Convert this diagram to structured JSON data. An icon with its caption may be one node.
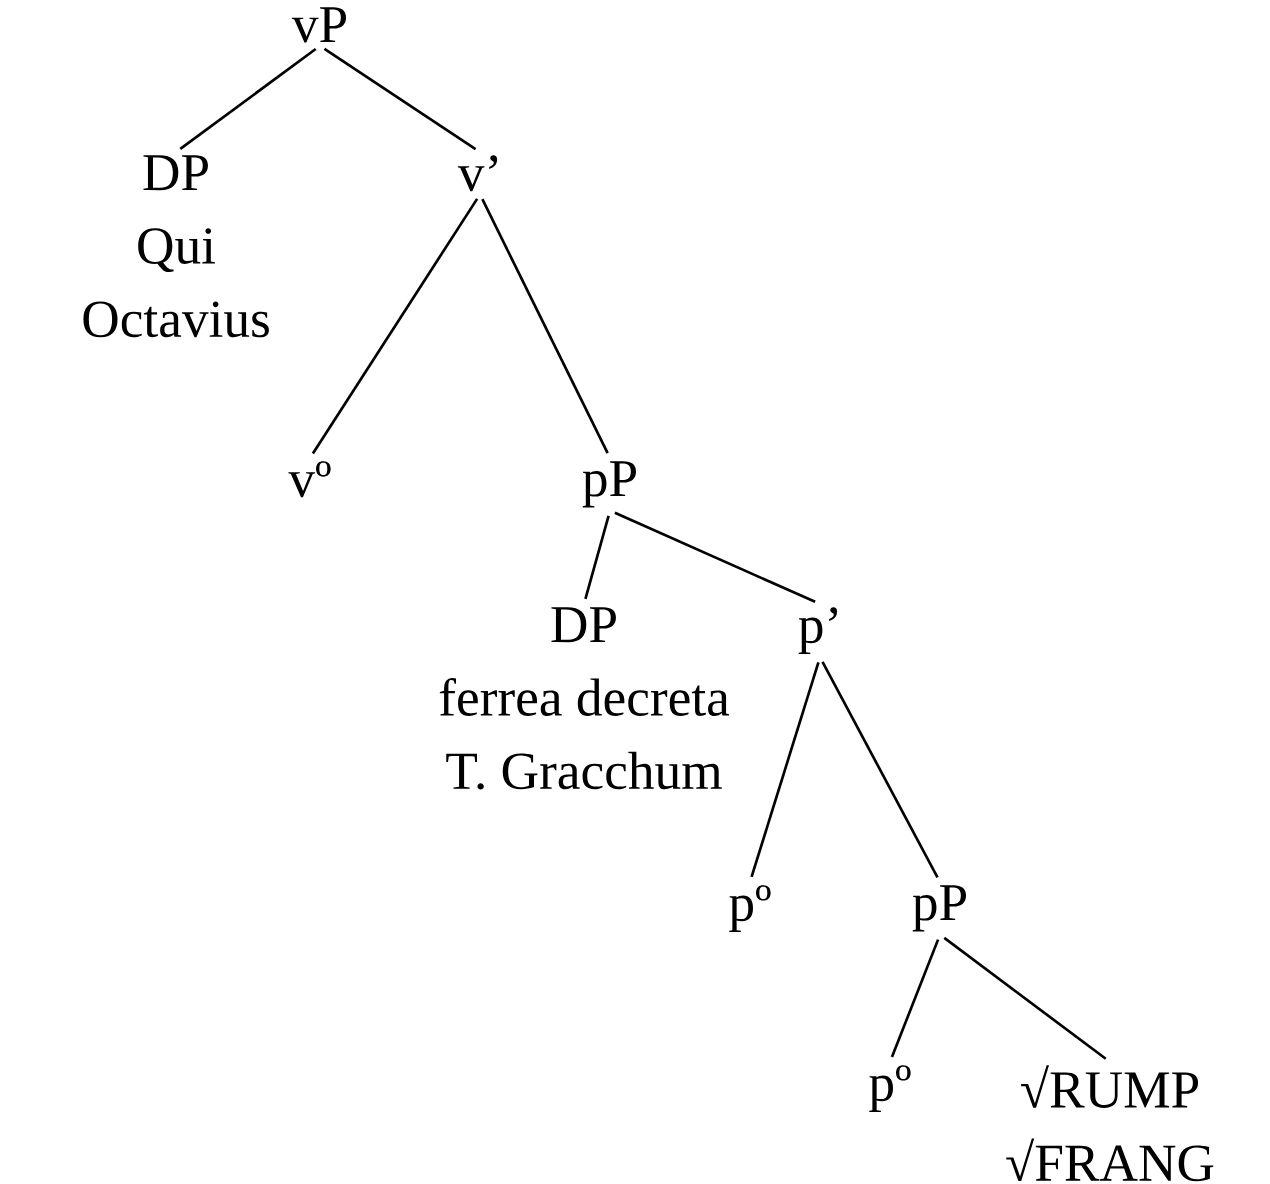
{
  "diagram": {
    "nodes": [
      {
        "text": [
          "vP"
        ]
      },
      {
        "text": [
          "DP",
          "Qui",
          "Octavius"
        ]
      },
      {
        "text": [
          "v’"
        ]
      },
      {
        "text": [
          "vº"
        ]
      },
      {
        "text": [
          "pP"
        ]
      },
      {
        "text": [
          "DP",
          "ferrea decreta",
          "T. Gracchum"
        ]
      },
      {
        "text": [
          "p’"
        ]
      },
      {
        "text": [
          "pº"
        ]
      },
      {
        "text": [
          "pP"
        ]
      },
      {
        "text": [
          "pº"
        ]
      },
      {
        "text": [
          "√RUMP",
          "√FRANG"
        ]
      }
    ],
    "edges": [
      {
        "from": 0,
        "to": 1,
        "arrow": "none"
      },
      {
        "from": 0,
        "to": 2,
        "arrow": "none"
      },
      {
        "from": 2,
        "to": 3,
        "arrow": "none"
      },
      {
        "from": 2,
        "to": 4,
        "arrow": "none"
      },
      {
        "from": 4,
        "to": 5,
        "arrow": "none"
      },
      {
        "from": 4,
        "to": 6,
        "arrow": "none"
      },
      {
        "from": 6,
        "to": 7,
        "arrow": "none"
      },
      {
        "from": 6,
        "to": 8,
        "arrow": "none"
      },
      {
        "from": 8,
        "to": 9,
        "arrow": "none"
      },
      {
        "from": 8,
        "to": 10,
        "arrow": "none"
      }
    ]
  }
}
